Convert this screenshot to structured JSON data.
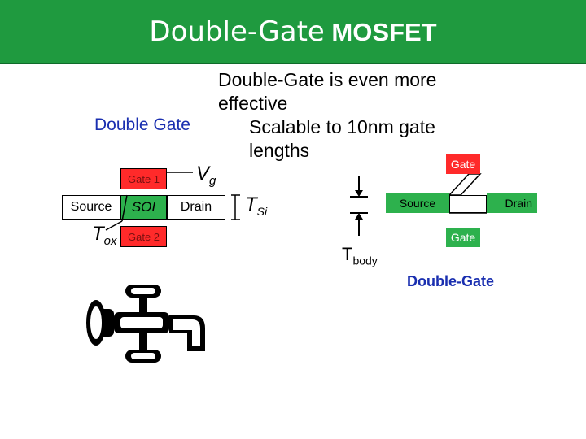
{
  "header": {
    "title_part1": "Double-Gate",
    "title_part2": " MOSFET"
  },
  "bullets": [
    "Double-Gate is even more",
    "effective",
    "Scalable to 10nm gate",
    "lengths"
  ],
  "left_diagram": {
    "caption": "Double Gate",
    "gate1": "Gate 1",
    "gate2": "Gate 2",
    "source": "Source",
    "channel": "SOI",
    "drain": "Drain",
    "vg": "V",
    "vg_sub": "g",
    "tsi": "T",
    "tsi_sub": "Si",
    "tox": "T",
    "tox_sub": "ox"
  },
  "right_diagram": {
    "gate_top": "Gate",
    "gate_bottom": "Gate",
    "source": "Source",
    "drain": "Drain",
    "tbody": "T",
    "tbody_sub": "body",
    "caption": "Double-Gate"
  },
  "colors": {
    "header": "#1f9a3f",
    "gate": "#ff2a2a",
    "channel": "#2db14d",
    "caption": "#1a2fb0",
    "faucet": "#000000"
  },
  "icons": [
    "faucet-icon"
  ]
}
